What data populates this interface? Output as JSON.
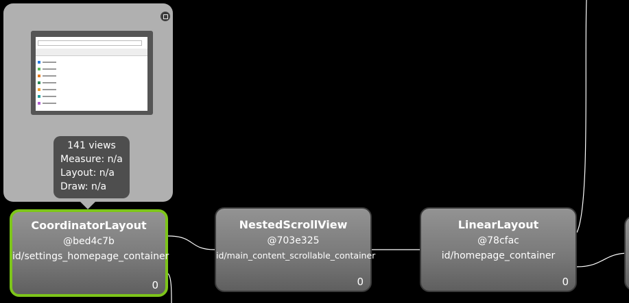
{
  "preview": {
    "stats": {
      "views": "141 views",
      "measure": "Measure: n/a",
      "layout": "Layout: n/a",
      "draw": "Draw: n/a"
    }
  },
  "nodes": [
    {
      "title": "CoordinatorLayout",
      "hash": "@bed4c7b",
      "id": "id/settings_homepage_container",
      "count": "0",
      "selected": true
    },
    {
      "title": "NestedScrollView",
      "hash": "@703e325",
      "id": "id/main_content_scrollable_container",
      "count": "0",
      "selected": false
    },
    {
      "title": "LinearLayout",
      "hash": "@78cfac",
      "id": "id/homepage_container",
      "count": "0",
      "selected": false
    }
  ],
  "colors": {
    "background": "#000000",
    "selected_border": "#7dc51a",
    "node_fill": "#7a7a7a",
    "wire": "#ffffff"
  }
}
